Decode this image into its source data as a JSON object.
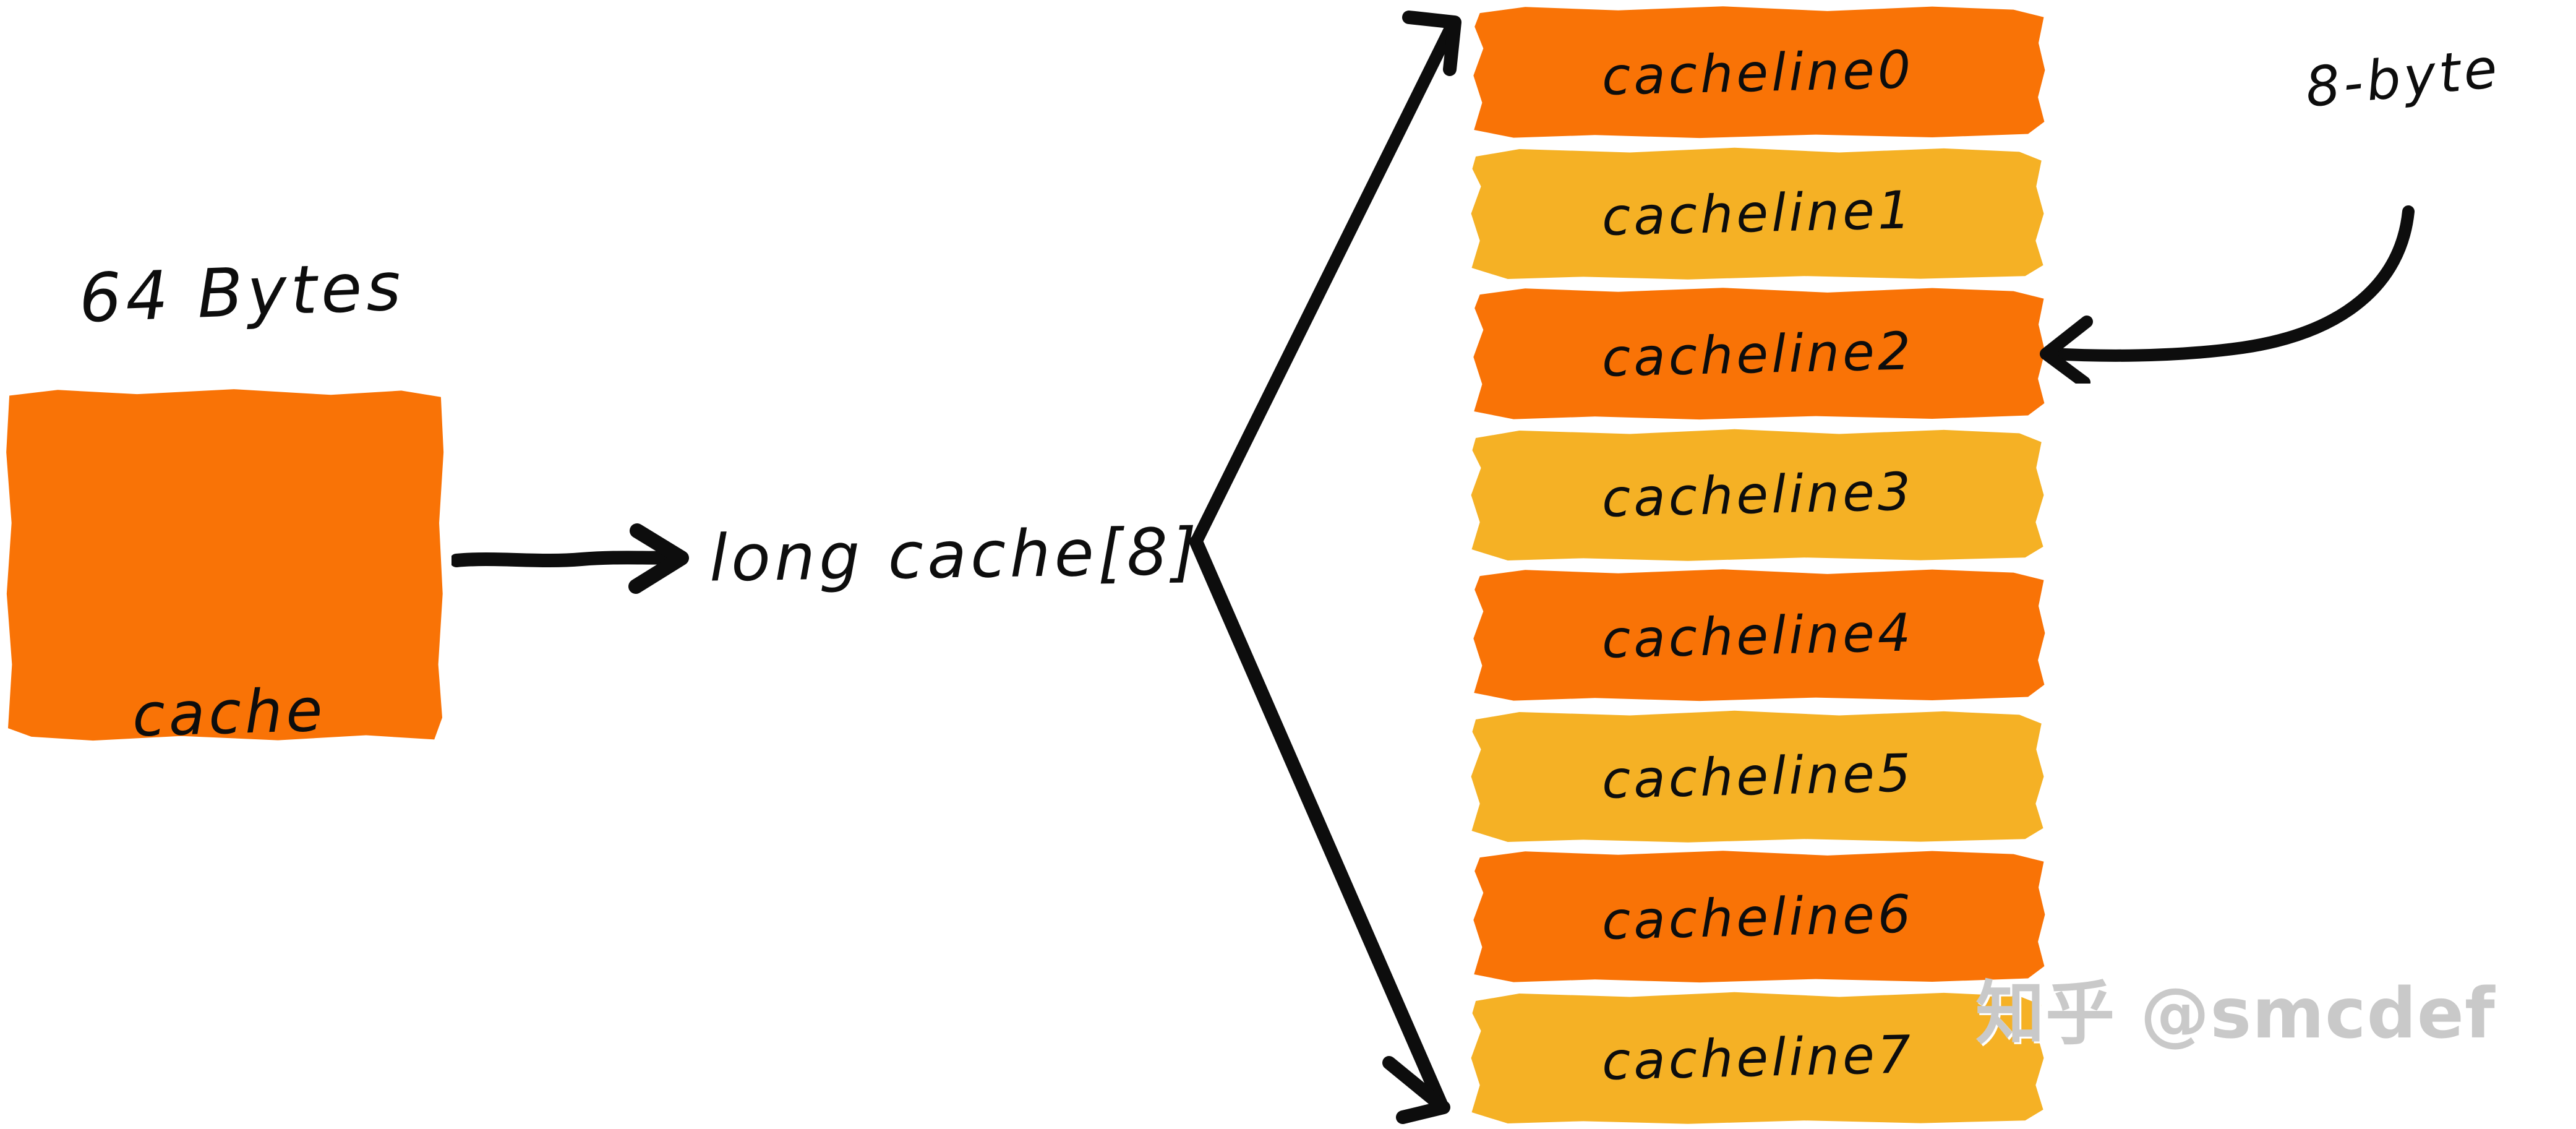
{
  "diagram": {
    "title_caption": "64 Bytes",
    "cache_block": {
      "label": "cache",
      "color": "#F97306"
    },
    "array_label": "long cache[8]",
    "annotation": {
      "label": "8-byte",
      "points_to": "cacheline2"
    },
    "cachelines": [
      {
        "label": "cacheline0",
        "color": "#F97306",
        "tone": "orange"
      },
      {
        "label": "cacheline1",
        "color": "#F5B125",
        "tone": "amber"
      },
      {
        "label": "cacheline2",
        "color": "#F97306",
        "tone": "orange"
      },
      {
        "label": "cacheline3",
        "color": "#F5B125",
        "tone": "amber"
      },
      {
        "label": "cacheline4",
        "color": "#F97306",
        "tone": "orange"
      },
      {
        "label": "cacheline5",
        "color": "#F5B125",
        "tone": "amber"
      },
      {
        "label": "cacheline6",
        "color": "#F97306",
        "tone": "orange"
      },
      {
        "label": "cacheline7",
        "color": "#F5B125",
        "tone": "amber"
      }
    ],
    "colors": {
      "orange": "#F97306",
      "amber": "#F5B125",
      "ink": "#0D0D0D",
      "background": "#FFFFFF",
      "watermark": "#C9C9C9"
    },
    "watermark": "知乎 @smcdef"
  }
}
